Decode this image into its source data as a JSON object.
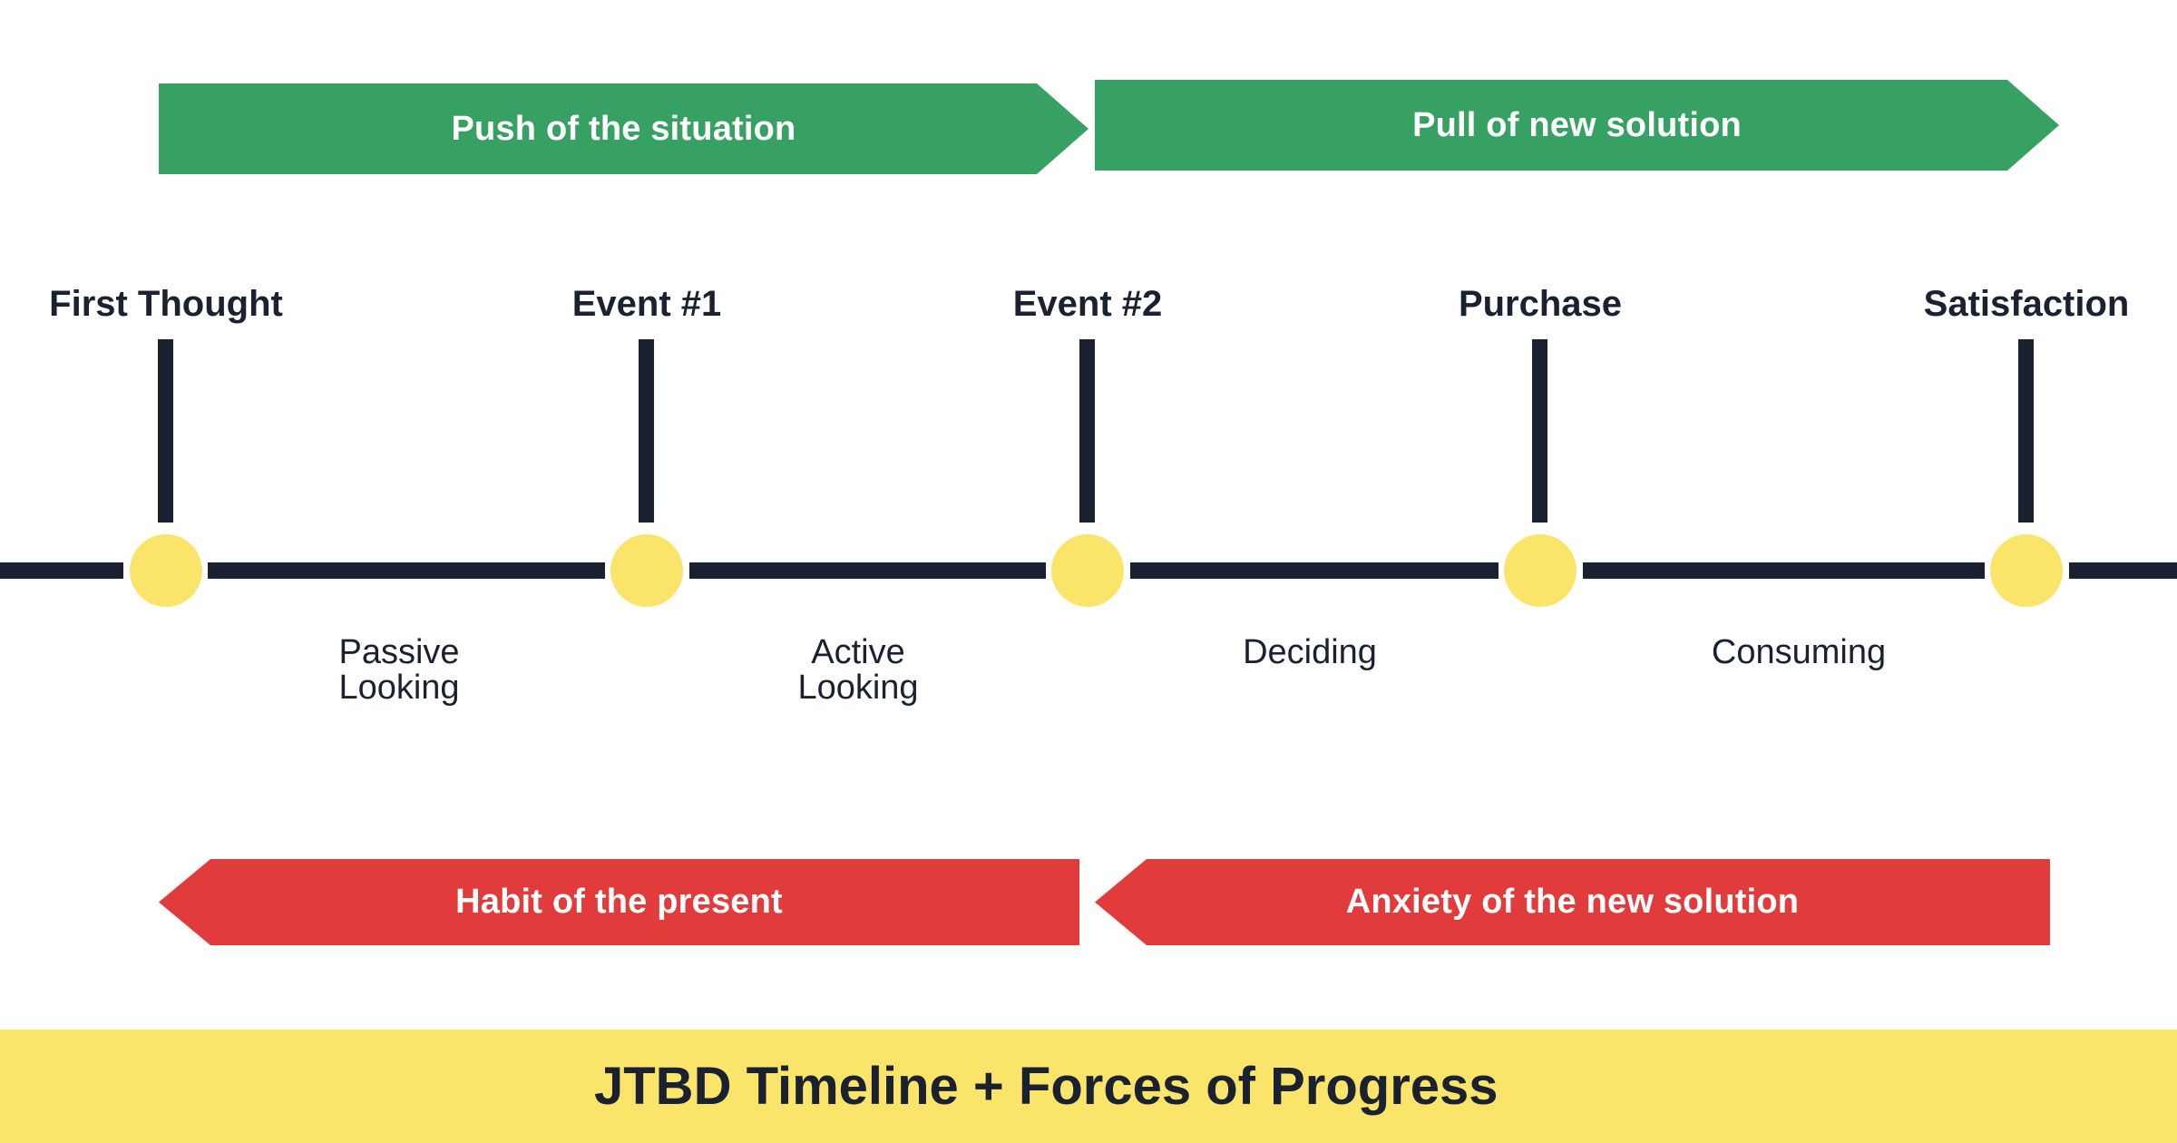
{
  "diagram": {
    "title": "JTBD Timeline + Forces of Progress",
    "colors": {
      "push_green": "#36a163",
      "pull_red": "#e13b3b",
      "node_yellow": "#fae469",
      "banner_yellow": "#fae469",
      "ink": "#1a2130",
      "background": "#ffffff"
    }
  },
  "top_forces": [
    {
      "label": "Push of the situation",
      "direction": "right",
      "color": "#36a163"
    },
    {
      "label": "Pull of new solution",
      "direction": "right",
      "color": "#36a163"
    }
  ],
  "bottom_forces": [
    {
      "label": "Habit of the present",
      "direction": "left",
      "color": "#e13b3b"
    },
    {
      "label": "Anxiety of the new solution",
      "direction": "left",
      "color": "#e13b3b"
    }
  ],
  "timeline": {
    "milestones": [
      {
        "label": "First Thought"
      },
      {
        "label": "Event #1"
      },
      {
        "label": "Event #2"
      },
      {
        "label": "Purchase"
      },
      {
        "label": "Satisfaction"
      }
    ],
    "phases": [
      {
        "label": "Passive\nLooking"
      },
      {
        "label": "Active\nLooking"
      },
      {
        "label": "Deciding"
      },
      {
        "label": "Consuming"
      }
    ]
  }
}
